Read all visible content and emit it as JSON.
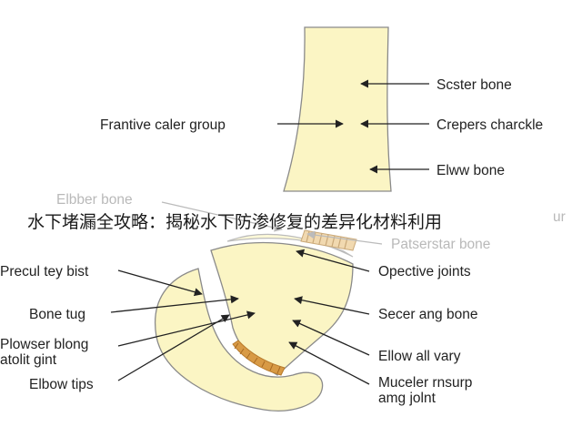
{
  "banner": {
    "text": "水下堵漏全攻略：揭秘水下防渗修复的差异化材料利用"
  },
  "labels": {
    "scster_bone": "Scster bone",
    "frantive_caler_group": "Frantive caler group",
    "crepers_charckle": "Crepers charckle",
    "elww_bone": "Elww bone",
    "elbber_bone": "Elbber bone",
    "cut_suffix": "ur",
    "patserstar_bone": "Patserstar bone",
    "precul_tey_bist": "Precul tey bist",
    "opective_joints": "Opective joints",
    "bone_tug": "Bone tug",
    "secer_ang_bone": "Secer ang bone",
    "plowser_blong": "Plowser blong",
    "atolit_gint": "atolit gint",
    "ellow_all_vary": "Ellow all vary",
    "elbow_tips": "Elbow tips",
    "muceler_rnsurp": "Muceler rnsurp",
    "amg_jolnt": "amg jolnt"
  }
}
